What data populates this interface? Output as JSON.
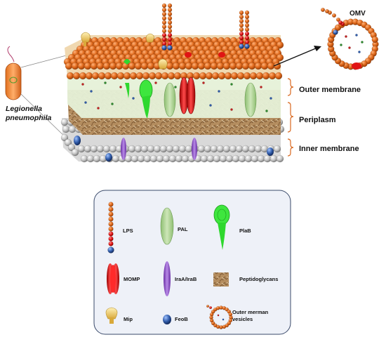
{
  "labels": {
    "bacterium_line1": "Legionella",
    "bacterium_line2": "pneumophila",
    "outer_membrane": "Outer membrane",
    "periplasm": "Periplasm",
    "inner_membrane": "Inner membrane",
    "omv": "OMV"
  },
  "legend": {
    "lps": "LPS",
    "pal": "PAL",
    "plab": "PlaB",
    "momp": "MOMP",
    "ira": "IraA/IraB",
    "peptidoglycans": "Peptidoglycans",
    "mip": "Mip",
    "feob": "FeoB",
    "omv_line1": "Outer merman",
    "omv_line2": "vesicles"
  },
  "colors": {
    "outer_bead": "#d9681f",
    "inner_bead": "#c8c8c8",
    "periplasm": "#e8f2dc",
    "peptidoglycan": "#b08a5c",
    "pal": "#a9cf8f",
    "plab": "#2ee02e",
    "momp": "#e01414",
    "ira": "#8a4fc2",
    "feob": "#2f5aa8",
    "mip": "#f2d27a",
    "legend_bg": "#eef1f8",
    "legend_border": "#3a4a6a"
  }
}
